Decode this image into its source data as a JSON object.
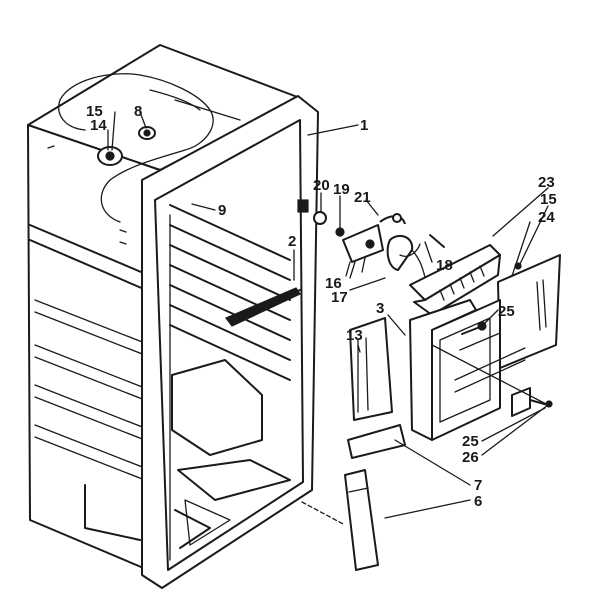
{
  "diagram": {
    "callouts": [
      {
        "id": "c1",
        "text": "1"
      },
      {
        "id": "c2",
        "text": "2"
      },
      {
        "id": "c3",
        "text": "3"
      },
      {
        "id": "c6",
        "text": "6"
      },
      {
        "id": "c7",
        "text": "7"
      },
      {
        "id": "c8",
        "text": "8"
      },
      {
        "id": "c9",
        "text": "9"
      },
      {
        "id": "c13",
        "text": "13"
      },
      {
        "id": "c14",
        "text": "14"
      },
      {
        "id": "c15a",
        "text": "15"
      },
      {
        "id": "c15b",
        "text": "15"
      },
      {
        "id": "c16",
        "text": "16"
      },
      {
        "id": "c17",
        "text": "17"
      },
      {
        "id": "c18",
        "text": "18"
      },
      {
        "id": "c19",
        "text": "19"
      },
      {
        "id": "c20",
        "text": "20"
      },
      {
        "id": "c21",
        "text": "21"
      },
      {
        "id": "c23",
        "text": "23"
      },
      {
        "id": "c24",
        "text": "24"
      },
      {
        "id": "c25a",
        "text": "25"
      },
      {
        "id": "c25b",
        "text": "25"
      },
      {
        "id": "c26",
        "text": "26"
      }
    ]
  }
}
